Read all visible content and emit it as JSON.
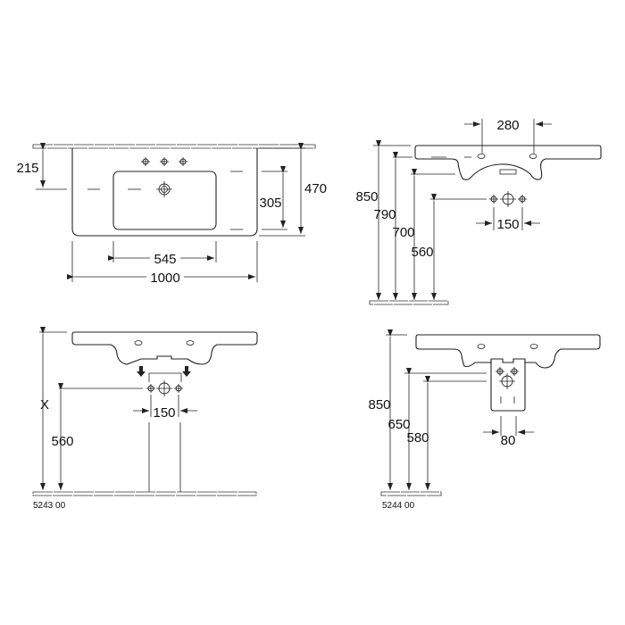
{
  "top_view": {
    "height_to_drain": "215",
    "basin_depth": "470",
    "bowl_depth": "305",
    "bowl_width": "545",
    "total_width": "1000"
  },
  "side_view": {
    "tap_spacing": "280",
    "height_total": "850",
    "height_underside": "790",
    "height_bowl_bottom": "700",
    "height_supply": "560",
    "supply_spacing": "150"
  },
  "front_view_5243": {
    "height_variable": "X",
    "height_supply": "560",
    "supply_spacing": "150",
    "article_number": "5243 00"
  },
  "front_view_5244": {
    "height_total": "850",
    "height_upper": "650",
    "height_lower": "580",
    "spacing": "80",
    "article_number": "5244 00"
  }
}
